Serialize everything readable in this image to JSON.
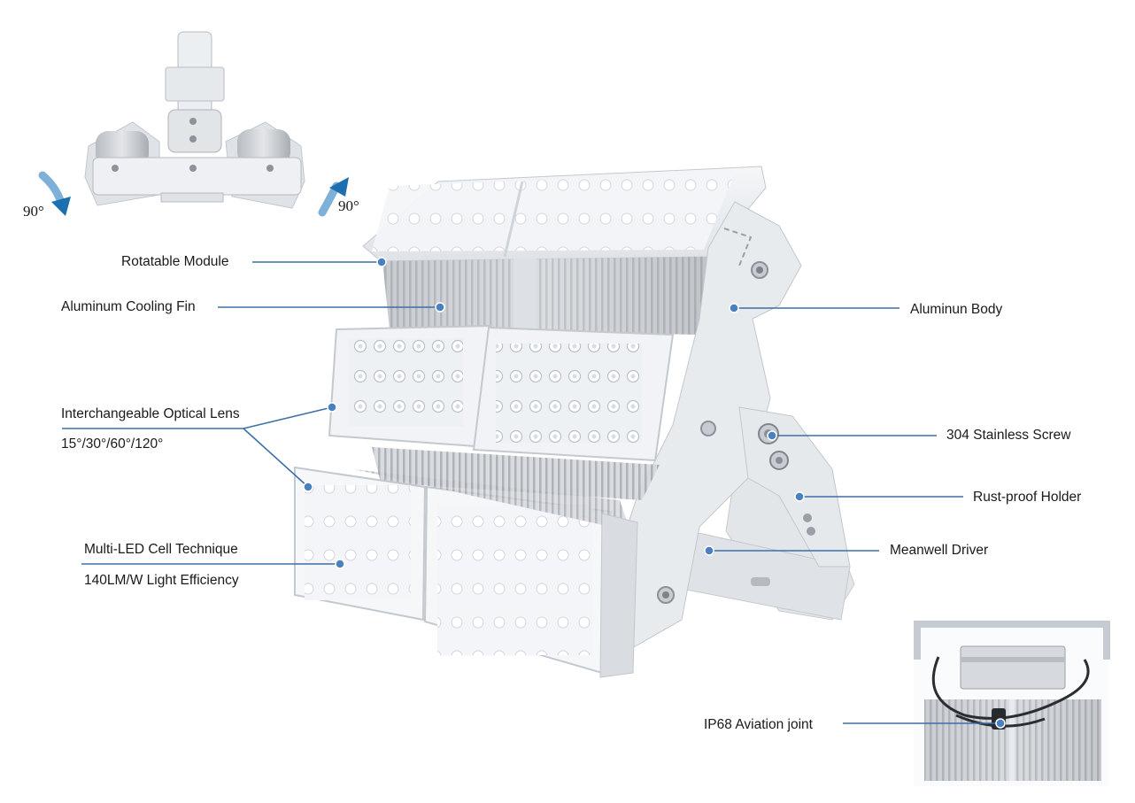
{
  "rotation": {
    "left_angle": "90°",
    "right_angle": "90°"
  },
  "callouts": {
    "rotatable_module": "Rotatable Module",
    "aluminum_cooling_fin": "Aluminum Cooling Fin",
    "optical_lens_title": "Interchangeable Optical Lens",
    "optical_lens_angles": "15°/30°/60°/120°",
    "multi_led_title": "Multi-LED Cell Technique",
    "multi_led_efficiency": "140LM/W Light Efficiency",
    "aluminum_body": "Aluminun Body",
    "stainless_screw": "304 Stainless Screw",
    "rust_proof_holder": "Rust-proof Holder",
    "meanwell_driver": "Meanwell Driver",
    "aviation_joint": "IP68 Aviation joint"
  },
  "colors": {
    "leader_line": "#3d6fa6",
    "dot": "#4a7fc0",
    "arrow": "#1e6fb0",
    "housing": "#e9ecef",
    "fin": "#c9ccd0"
  }
}
